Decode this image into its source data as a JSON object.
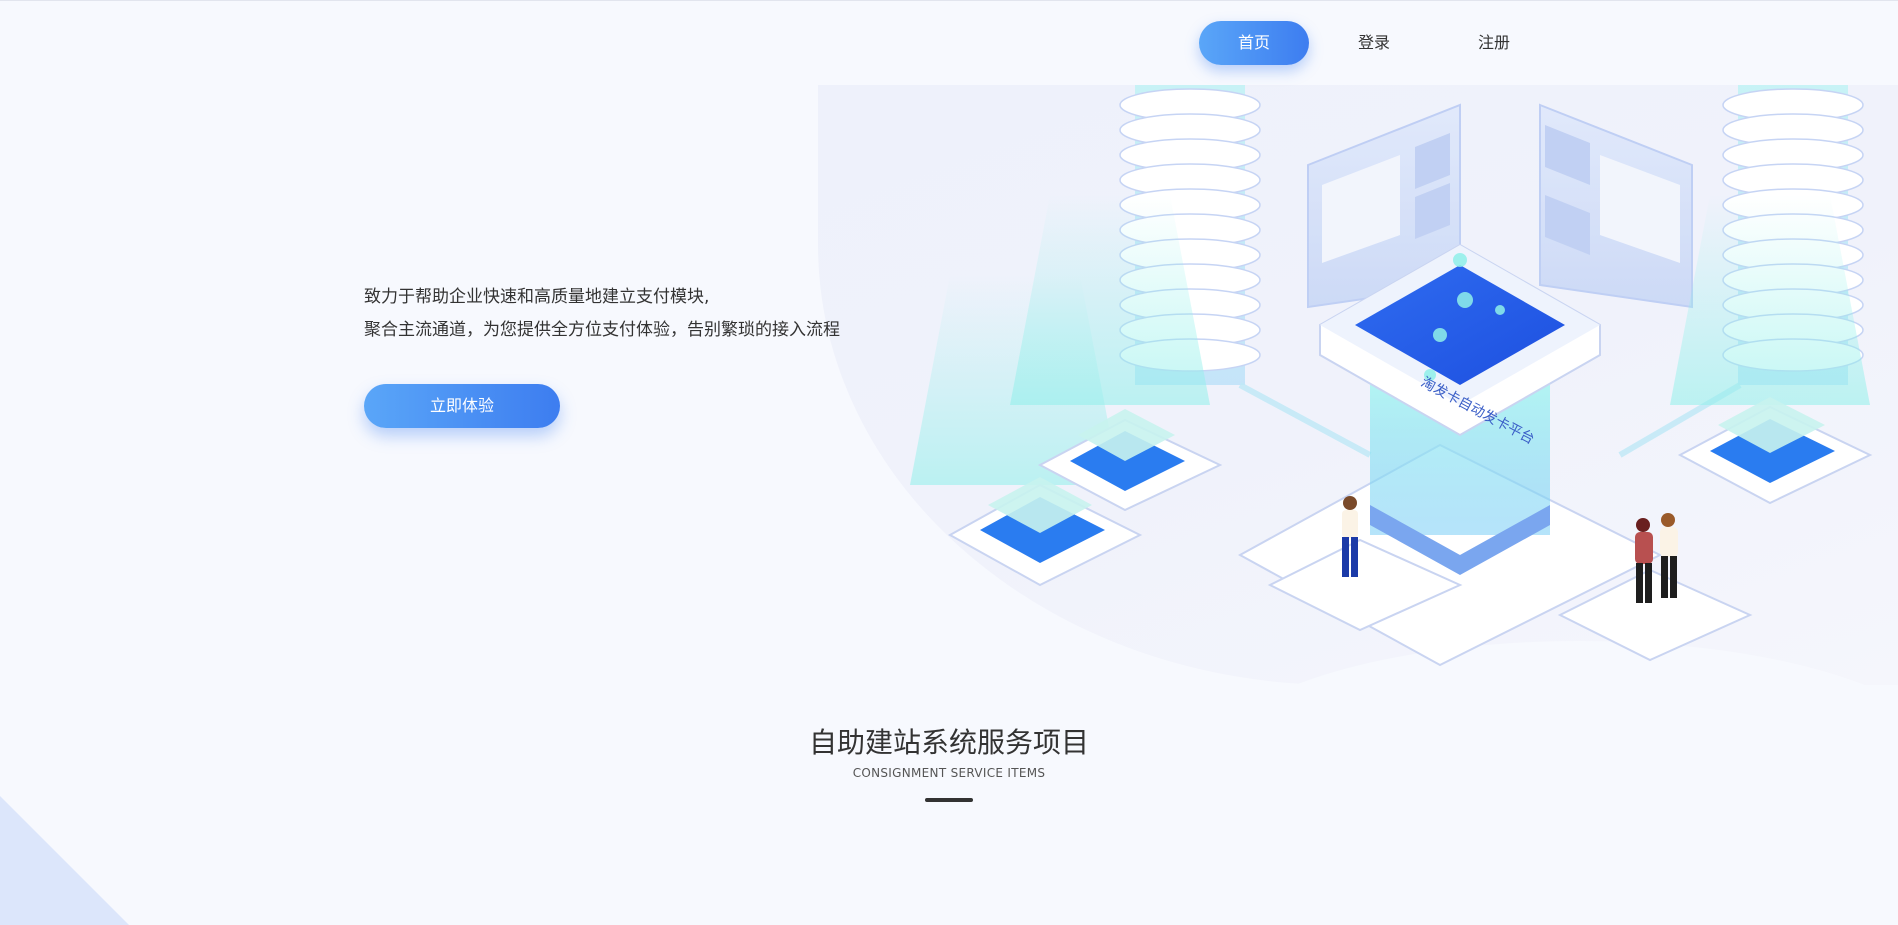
{
  "nav": {
    "items": [
      {
        "label": "首页",
        "active": true
      },
      {
        "label": "登录",
        "active": false
      },
      {
        "label": "注册",
        "active": false
      }
    ]
  },
  "hero": {
    "line1": "致力于帮助企业快速和高质量地建立支付模块,",
    "line2": "聚合主流通道，为您提供全方位支付体验，告别繁琐的接入流程",
    "cta_label": "立即体验",
    "platform_label": "淘发卡自动发卡平台"
  },
  "section": {
    "title": "自助建站系统服务项目",
    "subtitle": "CONSIGNMENT SERVICE ITEMS"
  },
  "colors": {
    "accent_start": "#5aa6f8",
    "accent_end": "#3d7df0",
    "background": "#f7f9fe"
  }
}
